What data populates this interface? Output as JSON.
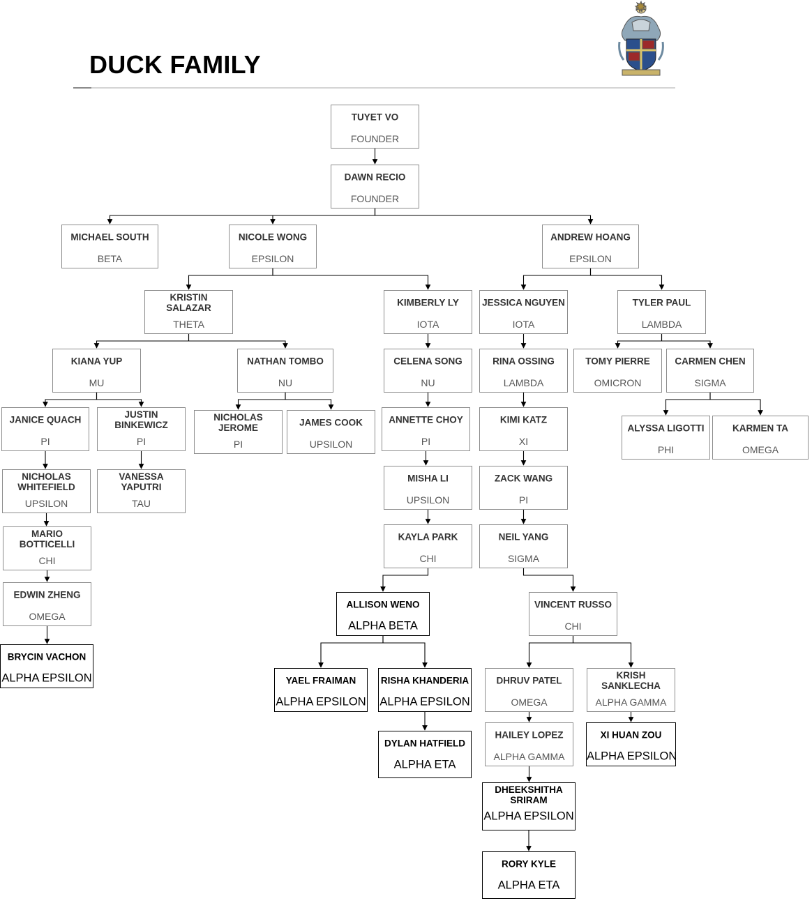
{
  "title": "DUCK FAMILY",
  "colors": {
    "border": "#8c8c8c",
    "emphasis_border": "#000000",
    "line": "#000000",
    "rule": "#d4d4d4"
  },
  "logo": {
    "icon": "fraternity-crest-icon"
  },
  "members": {
    "tuyet_vo": {
      "name": "TUYET VO",
      "chapter": "FOUNDER"
    },
    "dawn_recio": {
      "name": "DAWN RECIO",
      "chapter": "FOUNDER"
    },
    "michael_south": {
      "name": "MICHAEL SOUTH",
      "chapter": "BETA"
    },
    "nicole_wong": {
      "name": "NICOLE WONG",
      "chapter": "EPSILON"
    },
    "andrew_hoang": {
      "name": "ANDREW HOANG",
      "chapter": "EPSILON"
    },
    "kristin_salazar": {
      "name": "KRISTIN SALAZAR",
      "chapter": "THETA"
    },
    "kimberly_ly": {
      "name": "KIMBERLY LY",
      "chapter": "IOTA"
    },
    "jessica_nguyen": {
      "name": "JESSICA NGUYEN",
      "chapter": "IOTA"
    },
    "tyler_paul": {
      "name": "TYLER PAUL",
      "chapter": "LAMBDA"
    },
    "kiana_yup": {
      "name": "KIANA YUP",
      "chapter": "MU"
    },
    "nathan_tombo": {
      "name": "NATHAN TOMBO",
      "chapter": "NU"
    },
    "celena_song": {
      "name": "CELENA SONG",
      "chapter": "NU"
    },
    "rina_ossing": {
      "name": "RINA OSSING",
      "chapter": "LAMBDA"
    },
    "tomy_pierre": {
      "name": "TOMY PIERRE",
      "chapter": "OMICRON"
    },
    "carmen_chen": {
      "name": "CARMEN CHEN",
      "chapter": "SIGMA"
    },
    "janice_quach": {
      "name": "JANICE QUACH",
      "chapter": "PI"
    },
    "justin_binkewicz": {
      "name": "JUSTIN BINKEWICZ",
      "chapter": "PI"
    },
    "nicholas_jerome": {
      "name": "NICHOLAS JEROME",
      "chapter": "PI"
    },
    "james_cook": {
      "name": "JAMES COOK",
      "chapter": "UPSILON"
    },
    "annette_choy": {
      "name": "ANNETTE CHOY",
      "chapter": "PI"
    },
    "kimi_katz": {
      "name": "KIMI KATZ",
      "chapter": "XI"
    },
    "alyssa_ligotti": {
      "name": "ALYSSA LIGOTTI",
      "chapter": "PHI"
    },
    "karmen_ta": {
      "name": "KARMEN TA",
      "chapter": "OMEGA"
    },
    "nicholas_whitefield": {
      "name": "NICHOLAS WHITEFIELD",
      "chapter": "UPSILON"
    },
    "vanessa_yaputri": {
      "name": "VANESSA YAPUTRI",
      "chapter": "TAU"
    },
    "misha_li": {
      "name": "MISHA LI",
      "chapter": "UPSILON"
    },
    "zack_wang": {
      "name": "ZACK WANG",
      "chapter": "PI"
    },
    "mario_botticelli": {
      "name": "MARIO BOTTICELLI",
      "chapter": "CHI"
    },
    "kayla_park": {
      "name": "KAYLA PARK",
      "chapter": "CHI"
    },
    "neil_yang": {
      "name": "NEIL YANG",
      "chapter": "SIGMA"
    },
    "edwin_zheng": {
      "name": "EDWIN ZHENG",
      "chapter": "OMEGA"
    },
    "allison_weno": {
      "name": "ALLISON WENO",
      "chapter": "ALPHA BETA"
    },
    "vincent_russo": {
      "name": "VINCENT RUSSO",
      "chapter": "CHI"
    },
    "brycin_vachon": {
      "name": "BRYCIN VACHON",
      "chapter": "ALPHA EPSILON"
    },
    "yael_fraiman": {
      "name": "YAEL FRAIMAN",
      "chapter": "ALPHA EPSILON"
    },
    "risha_khanderia": {
      "name": "RISHA KHANDERIA",
      "chapter": "ALPHA EPSILON"
    },
    "dhruv_patel": {
      "name": "DHRUV PATEL",
      "chapter": "OMEGA"
    },
    "krish_sanklecha": {
      "name": "KRISH SANKLECHA",
      "chapter": "ALPHA GAMMA"
    },
    "hailey_lopez": {
      "name": "HAILEY LOPEZ",
      "chapter": "ALPHA GAMMA"
    },
    "xi_huan_zou": {
      "name": "XI HUAN ZOU",
      "chapter": "ALPHA EPSILON"
    },
    "dylan_hatfield": {
      "name": "DYLAN HATFIELD",
      "chapter": "ALPHA ETA"
    },
    "dheekshitha_sriram": {
      "name": "DHEEKSHITHA SRIRAM",
      "chapter": "ALPHA EPSILON"
    },
    "rory_kyle": {
      "name": "RORY KYLE",
      "chapter": "ALPHA ETA"
    }
  },
  "relations": [
    [
      "tuyet_vo",
      "dawn_recio"
    ],
    [
      "dawn_recio",
      "michael_south"
    ],
    [
      "dawn_recio",
      "nicole_wong"
    ],
    [
      "dawn_recio",
      "andrew_hoang"
    ],
    [
      "nicole_wong",
      "kristin_salazar"
    ],
    [
      "nicole_wong",
      "kimberly_ly"
    ],
    [
      "andrew_hoang",
      "jessica_nguyen"
    ],
    [
      "andrew_hoang",
      "tyler_paul"
    ],
    [
      "kristin_salazar",
      "kiana_yup"
    ],
    [
      "kristin_salazar",
      "nathan_tombo"
    ],
    [
      "kimberly_ly",
      "celena_song"
    ],
    [
      "jessica_nguyen",
      "rina_ossing"
    ],
    [
      "tyler_paul",
      "tomy_pierre"
    ],
    [
      "tyler_paul",
      "carmen_chen"
    ],
    [
      "kiana_yup",
      "janice_quach"
    ],
    [
      "kiana_yup",
      "justin_binkewicz"
    ],
    [
      "nathan_tombo",
      "nicholas_jerome"
    ],
    [
      "nathan_tombo",
      "james_cook"
    ],
    [
      "celena_song",
      "annette_choy"
    ],
    [
      "rina_ossing",
      "kimi_katz"
    ],
    [
      "carmen_chen",
      "alyssa_ligotti"
    ],
    [
      "carmen_chen",
      "karmen_ta"
    ],
    [
      "janice_quach",
      "nicholas_whitefield"
    ],
    [
      "justin_binkewicz",
      "vanessa_yaputri"
    ],
    [
      "annette_choy",
      "misha_li"
    ],
    [
      "kimi_katz",
      "zack_wang"
    ],
    [
      "nicholas_whitefield",
      "mario_botticelli"
    ],
    [
      "misha_li",
      "kayla_park"
    ],
    [
      "zack_wang",
      "neil_yang"
    ],
    [
      "mario_botticelli",
      "edwin_zheng"
    ],
    [
      "kayla_park",
      "allison_weno"
    ],
    [
      "neil_yang",
      "vincent_russo"
    ],
    [
      "edwin_zheng",
      "brycin_vachon"
    ],
    [
      "allison_weno",
      "yael_fraiman"
    ],
    [
      "allison_weno",
      "risha_khanderia"
    ],
    [
      "vincent_russo",
      "dhruv_patel"
    ],
    [
      "vincent_russo",
      "krish_sanklecha"
    ],
    [
      "dhruv_patel",
      "hailey_lopez"
    ],
    [
      "krish_sanklecha",
      "xi_huan_zou"
    ],
    [
      "risha_khanderia",
      "dylan_hatfield"
    ],
    [
      "hailey_lopez",
      "dheekshitha_sriram"
    ],
    [
      "dheekshitha_sriram",
      "rory_kyle"
    ]
  ]
}
